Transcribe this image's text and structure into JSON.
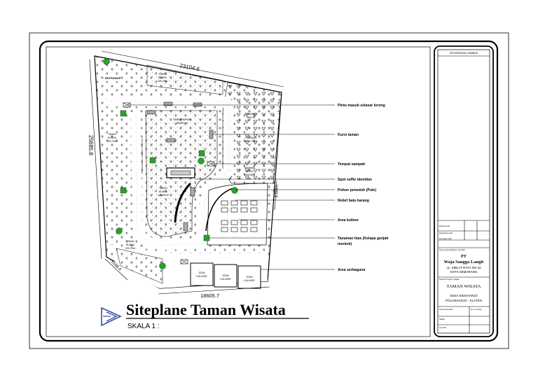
{
  "title": "Siteplane Taman Wisata",
  "scale_label": "SKALA  1 :",
  "dimensions": {
    "top": "23104.6",
    "left": "25685.8",
    "right": "5999.5",
    "bottom_left": "5168.4",
    "bottom": "18605.7"
  },
  "zones": {
    "entrance": "ENTRANCE",
    "taman_bunga_celosia_top": [
      "TAMAN",
      "BUNGA",
      "CELOSIA"
    ],
    "taman_bunga_celosia_left": [
      "TAMAN",
      "BUNGA",
      "CELOSIA"
    ],
    "taman_bunga_celosia_bottom": [
      "TAMAN",
      "BUNGA",
      "CELOSIA"
    ],
    "taman_bunga_amarilis_1": [
      "TAMAN BUNGA",
      "AMARILIS"
    ],
    "taman_bunga_amarilis_2": [
      "TAMAN",
      "BUNGA",
      "AMARILIS"
    ],
    "tanaman_melon": [
      "TANAMAN",
      "MELON"
    ],
    "tanaman_apel": [
      "TANAMAN",
      "APEL FUJI"
    ],
    "tanaman_jeruk": [
      "TANAMAN",
      "JERUK",
      "SANTANG"
    ],
    "path_label": "SELASAR LORONG TAMAN BUNGA",
    "stan_1": [
      "STAN",
      "KULINER"
    ],
    "stan_2": [
      "STAN",
      "KULINER"
    ],
    "stan_3": [
      "STAN",
      "KULINER"
    ]
  },
  "callouts": [
    "Pintu masuk selasar lorong",
    "Kursi taman",
    "Tempat sampah",
    "Spot selfie identitas",
    "Pohon peneduh (Pule)",
    "Relief batu karang",
    "Area kuliner",
    "Tanaman hias (Kelapa genjah",
    "mentok)",
    "Area serbaguna"
  ],
  "title_block": {
    "header": "KETERANGAN GAMBAR",
    "rows": [
      "Dibuat oleh",
      "Diperiksa oleh",
      "Disetujui oleh"
    ],
    "company_label": "Nama perusahaan / pemilik",
    "company": [
      "PT",
      "Waja Sangga Langit"
    ],
    "address": [
      "JL. SIBLAT RAYA NO.32",
      "KOTA  SEMARANG"
    ],
    "project_label": "Nama Proyek / lokasi",
    "project": "TAMAN  WISATA",
    "location": [
      "DESA SIDOHARJO",
      "POLANHARJO - KLATEN"
    ],
    "bottom_rows": [
      "Nama Gambar",
      "Skala",
      "Lembar"
    ],
    "sheet_label": "No. Lembar"
  },
  "colors": {
    "tree": "#2e9e2e",
    "line": "#000000"
  }
}
